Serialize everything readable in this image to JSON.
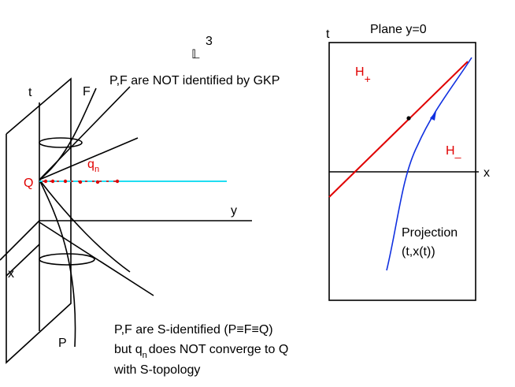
{
  "left_figure": {
    "space_symbol": "𝕃",
    "space_exponent": "3",
    "top_caption": "P,F are NOT identified by GKP",
    "axis_t": "t",
    "axis_y": "y",
    "axis_x": "x",
    "label_F": "F",
    "label_P": "P",
    "label_Q": "Q",
    "label_q": "q",
    "label_q_sub": "n",
    "bottom_caption_line1": "P,F are S-identified (P",
    "equiv_symbol": "≡",
    "bottom_caption_F": "F",
    "bottom_caption_Q_close": "Q)",
    "bottom_caption_line2_a": "but q",
    "bottom_caption_line2_sub": "n",
    "bottom_caption_line2_b": "does NOT converge to Q",
    "bottom_caption_line3": "with S-topology"
  },
  "right_figure": {
    "title": "Plane y=0",
    "axis_t": "t",
    "axis_x": "x",
    "H_plus": "H",
    "H_plus_sub": "+",
    "H_minus": "H",
    "H_minus_sub": "_",
    "projection_line1": "Projection",
    "projection_line2": "(t,x(t))"
  },
  "colors": {
    "ink": "#000000",
    "red": "#e00000",
    "cyan": "#00d8f0",
    "blue": "#1030e0"
  }
}
